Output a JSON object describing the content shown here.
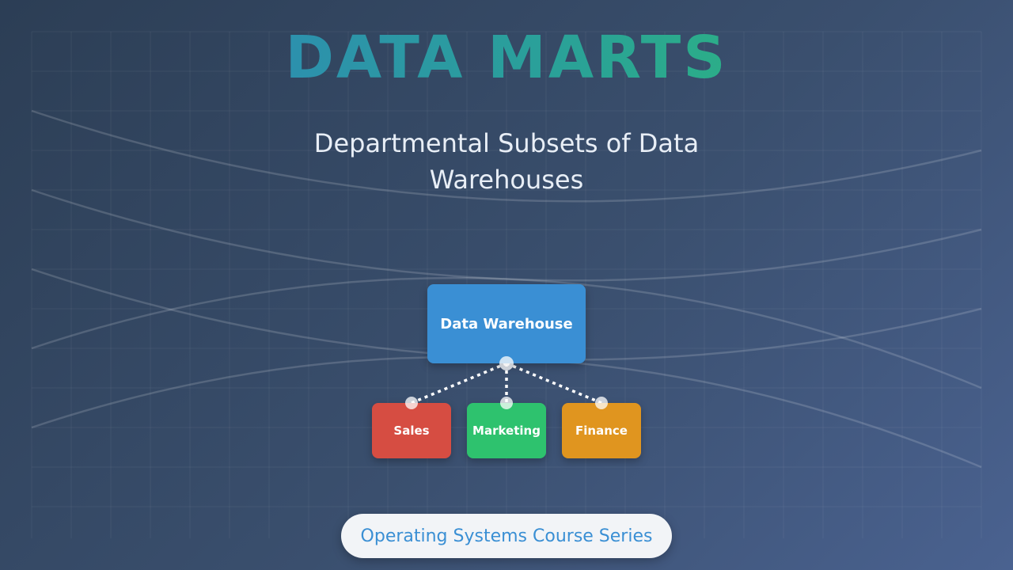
{
  "title": "DATA MARTS",
  "subtitle": "Departmental Subsets of Data Warehouses",
  "diagram": {
    "root": {
      "label": "Data Warehouse",
      "color": "#3a8fd4"
    },
    "children": [
      {
        "label": "Sales",
        "color": "#d64d42"
      },
      {
        "label": "Marketing",
        "color": "#2ec26e"
      },
      {
        "label": "Finance",
        "color": "#e0951f"
      }
    ]
  },
  "footer": {
    "label": "Operating Systems Course Series",
    "color": "#3a8fd4"
  },
  "colors": {
    "background_start": "#2c3e55",
    "background_end": "#4a6290",
    "title_start": "#2f7fc4",
    "title_end": "#2ec26e"
  }
}
